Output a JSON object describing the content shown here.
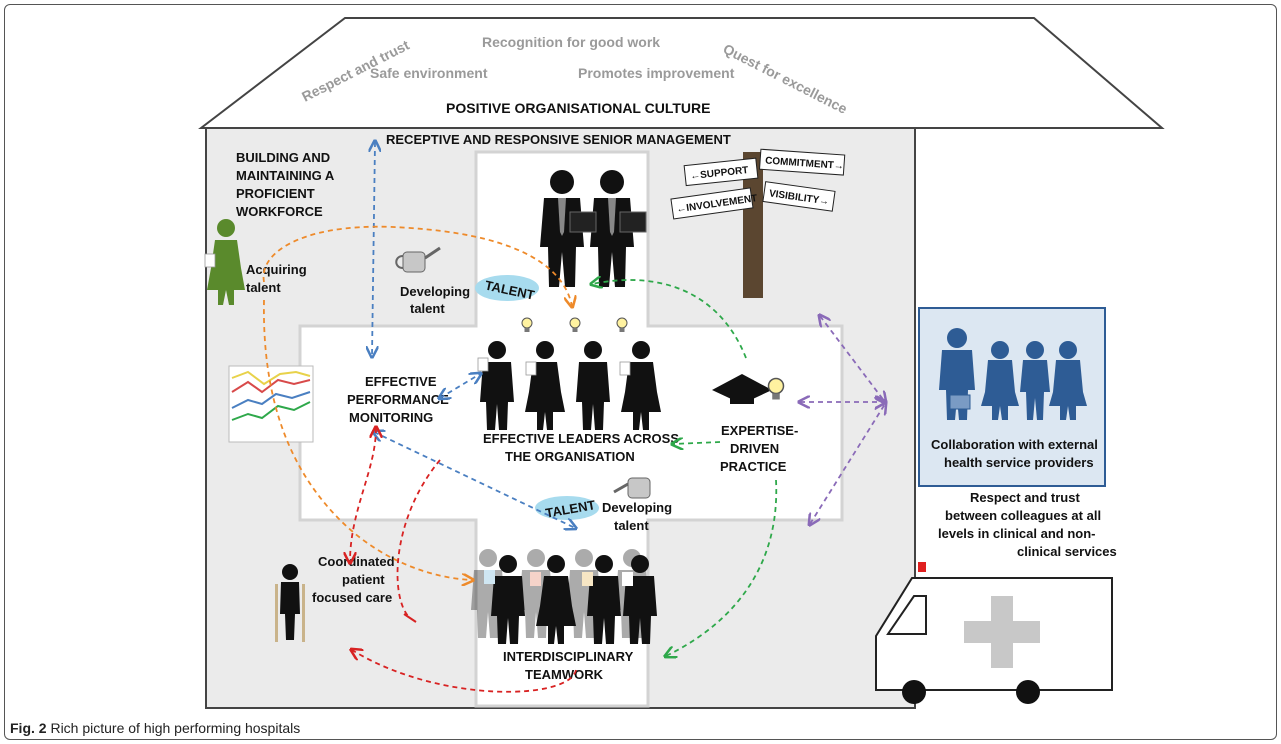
{
  "roof": {
    "respect_trust": "Respect and trust",
    "recognition": "Recognition for good work",
    "quest": "Quest for excellence",
    "safe_env": "Safe environment",
    "promotes": "Promotes improvement",
    "culture": "POSITIVE ORGANISATIONAL CULTURE"
  },
  "labels": {
    "senior_mgmt": "RECEPTIVE AND RESPONSIVE SENIOR MANAGEMENT",
    "workforce": [
      "BUILDING AND",
      "MAINTAINING A",
      "PROFICIENT",
      "WORKFORCE"
    ],
    "acquiring": [
      "Acquiring",
      "talent"
    ],
    "developing_top": [
      "Developing",
      "talent"
    ],
    "developing_bottom": [
      "Developing",
      "talent"
    ],
    "talent_word": "TALENT",
    "monitoring": [
      "EFFECTIVE",
      "PERFORMANCE",
      "MONITORING"
    ],
    "leaders": [
      "EFFECTIVE LEADERS ACROSS",
      "THE ORGANISATION"
    ],
    "expertise": [
      "EXPERTISE-",
      "DRIVEN",
      "PRACTICE"
    ],
    "collaboration": [
      "Collaboration with external",
      "health service providers"
    ],
    "respect_colleagues": [
      "Respect and trust",
      "between colleagues at all",
      "levels in clinical and non-",
      "clinical services"
    ],
    "coordinated": [
      "Coordinated",
      "patient",
      "focused care"
    ],
    "teamwork": [
      "INTERDISCIPLINARY",
      "TEAMWORK"
    ]
  },
  "signpost": {
    "support": "←SUPPORT",
    "commitment": "COMMITMENT→",
    "involvement": "←INVOLVEMENT",
    "visibility": "VISIBILITY→"
  },
  "caption": {
    "label": "Fig. 2",
    "text": " Rich picture of high performing hospitals"
  },
  "colors": {
    "blue_arrow": "#4a7fc1",
    "orange_arrow": "#ee8a2a",
    "green_arrow": "#2ea84a",
    "red_arrow": "#d82222",
    "purple_arrow": "#8a6ab8",
    "external_people": "#2e5c95",
    "external_box": "#dce7f2",
    "woman_green": "#5a8a2c"
  }
}
